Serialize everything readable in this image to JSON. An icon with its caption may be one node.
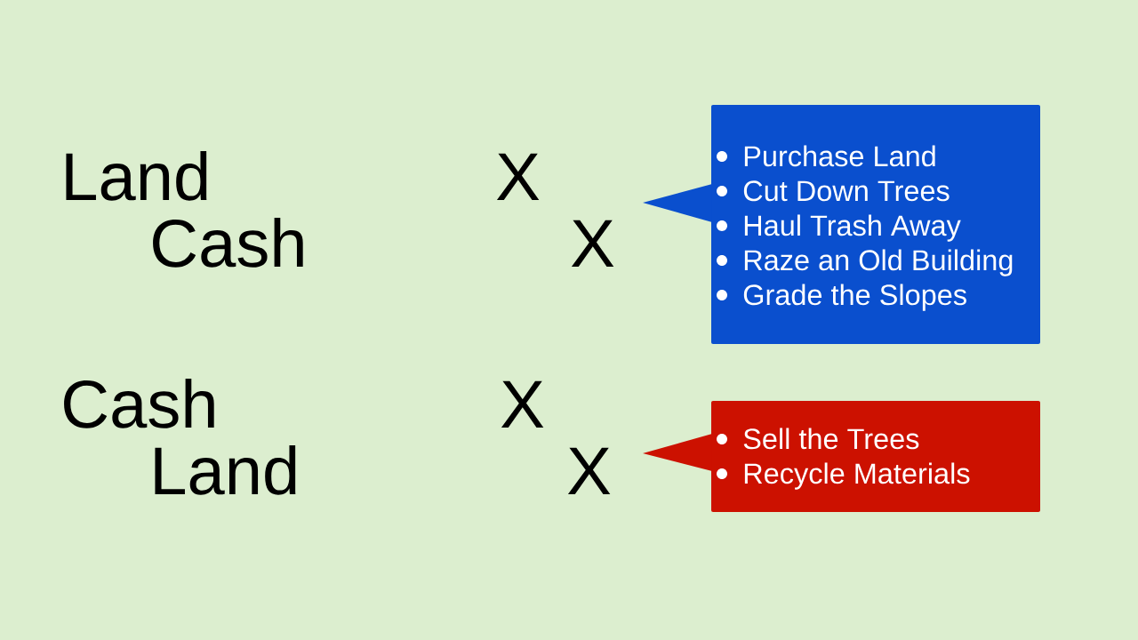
{
  "diagram": {
    "nodes": [
      {
        "text": [
          "Purchase Land",
          "Cut Down Trees",
          "Haul Trash Away",
          "Raze an Old Building",
          "Grade the Slopes"
        ]
      },
      {
        "text": [
          "Sell the Trees",
          "Recycle Materials"
        ]
      }
    ],
    "labels": [
      "Land",
      "X",
      "Cash",
      "X",
      "Cash",
      "X",
      "Land",
      "X"
    ]
  }
}
